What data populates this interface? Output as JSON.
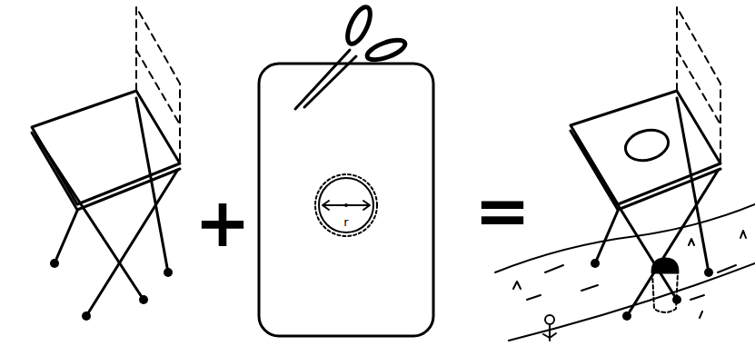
{
  "diagram": {
    "labels": [
      "+",
      "=",
      "r"
    ]
  }
}
